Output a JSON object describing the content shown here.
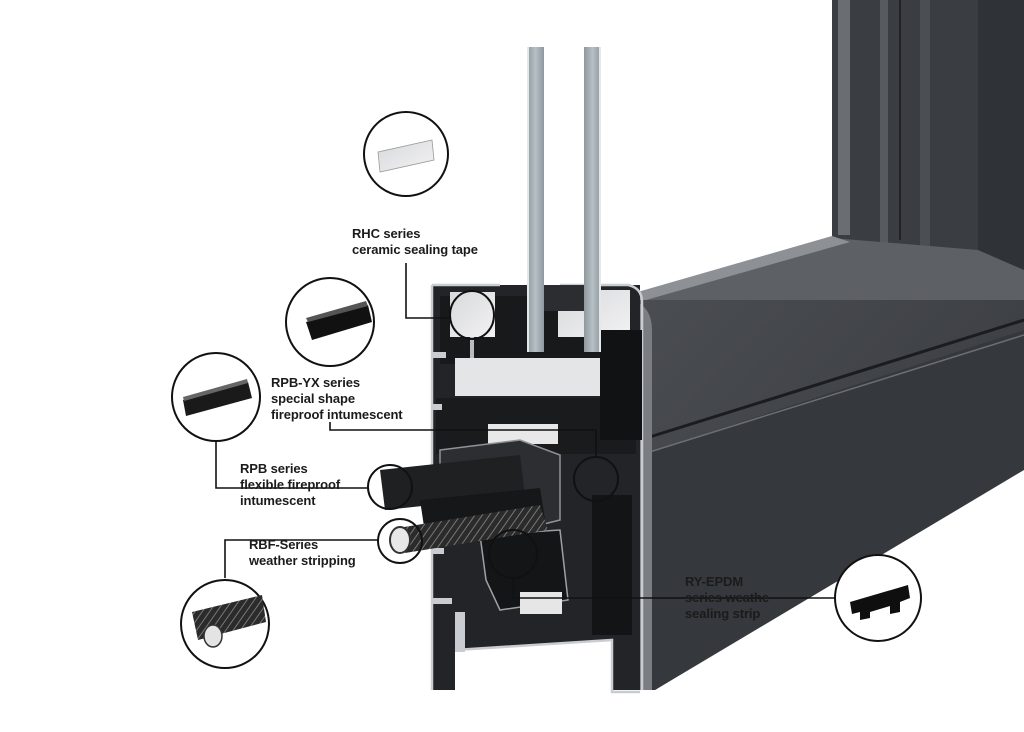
{
  "callouts": [
    {
      "id": "rhc",
      "text": "RHC series\nceramic sealing tape"
    },
    {
      "id": "rpb-yx",
      "text": "RPB-YX series\nspecial shape\nfireproof intumescent"
    },
    {
      "id": "rpb",
      "text": "RPB series\nflexible fireproof\nintumescent"
    },
    {
      "id": "rbf",
      "text": "RBF-Series\nweather stripping"
    },
    {
      "id": "ry-epdm",
      "text": "RY-EPDM\nseries weathe\nsealing strip"
    }
  ],
  "colors": {
    "frame_face": "#3e4145",
    "frame_dark": "#2a2d31",
    "aluminum_edge": "#c9ccd0",
    "glass": "#9aa4aa",
    "ceramic_tape": "#e6e6e6",
    "intumescent": "#1d1d1d",
    "leader_line": "#111111"
  }
}
